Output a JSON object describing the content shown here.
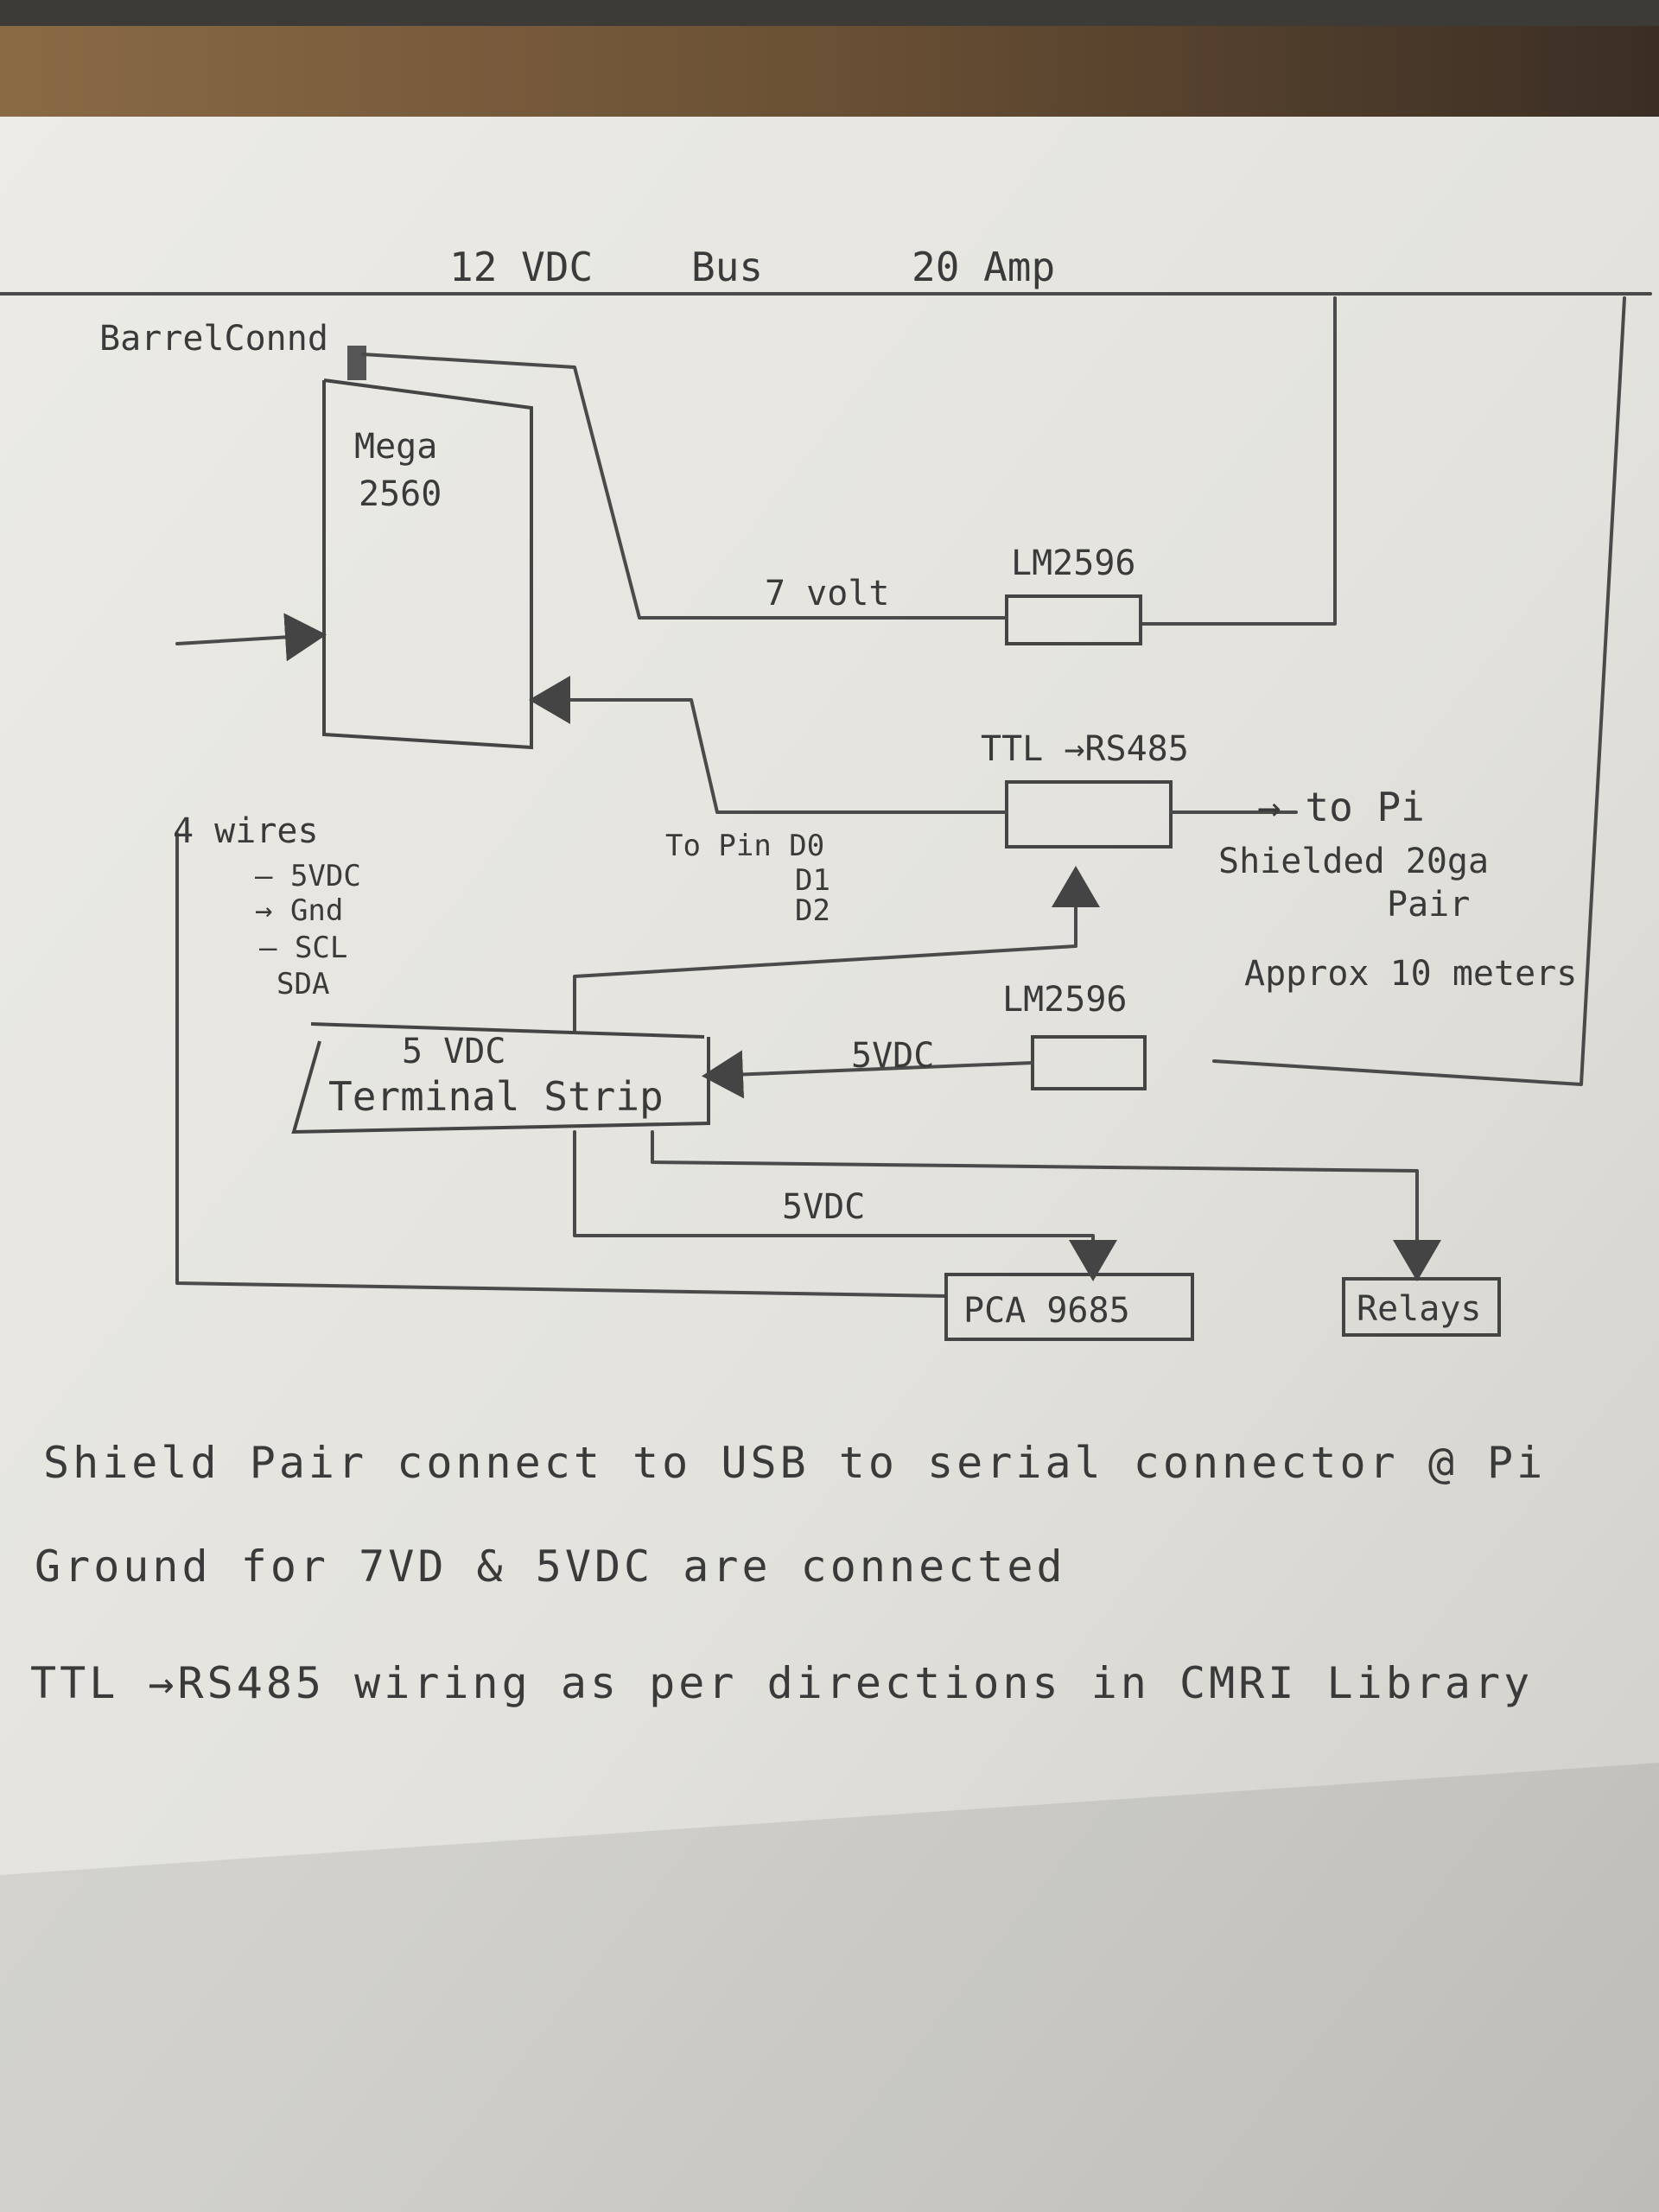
{
  "bus": {
    "voltage": "12 VDC",
    "name": "Bus",
    "current": "20 Amp"
  },
  "barrel_connector": "BarrelConnd",
  "mega": {
    "line1": "Mega",
    "line2": "2560"
  },
  "wire_7volt": "7 volt",
  "regulator_top": "LM2596",
  "ttl_rs485": "TTL →RS485",
  "to_pi": "→ to Pi",
  "shielded_line1": "Shielded 20ga",
  "shielded_line2": "Pair",
  "approx": "Approx 10 meters",
  "four_wires": {
    "title": "4 wires",
    "w1": "– 5VDC",
    "w2": "→ Gnd",
    "w3": "– SCL",
    "w4": "SDA"
  },
  "to_pin": {
    "line1": "To Pin D0",
    "line2": "D1",
    "line3": "D2"
  },
  "regulator_bottom": "LM2596",
  "terminal": {
    "line1": "5 VDC",
    "line2": "Terminal Strip"
  },
  "wire_5vdc_a": "5VDC",
  "wire_5vdc_b": "5VDC",
  "pca": "PCA 9685",
  "relays": "Relays",
  "notes": {
    "line1": "Shield Pair connect to USB to serial connector @ Pi",
    "line2": "Ground for 7VD & 5VDC are connected",
    "line3": "TTL →RS485 wiring as per directions in CMRI Library"
  }
}
